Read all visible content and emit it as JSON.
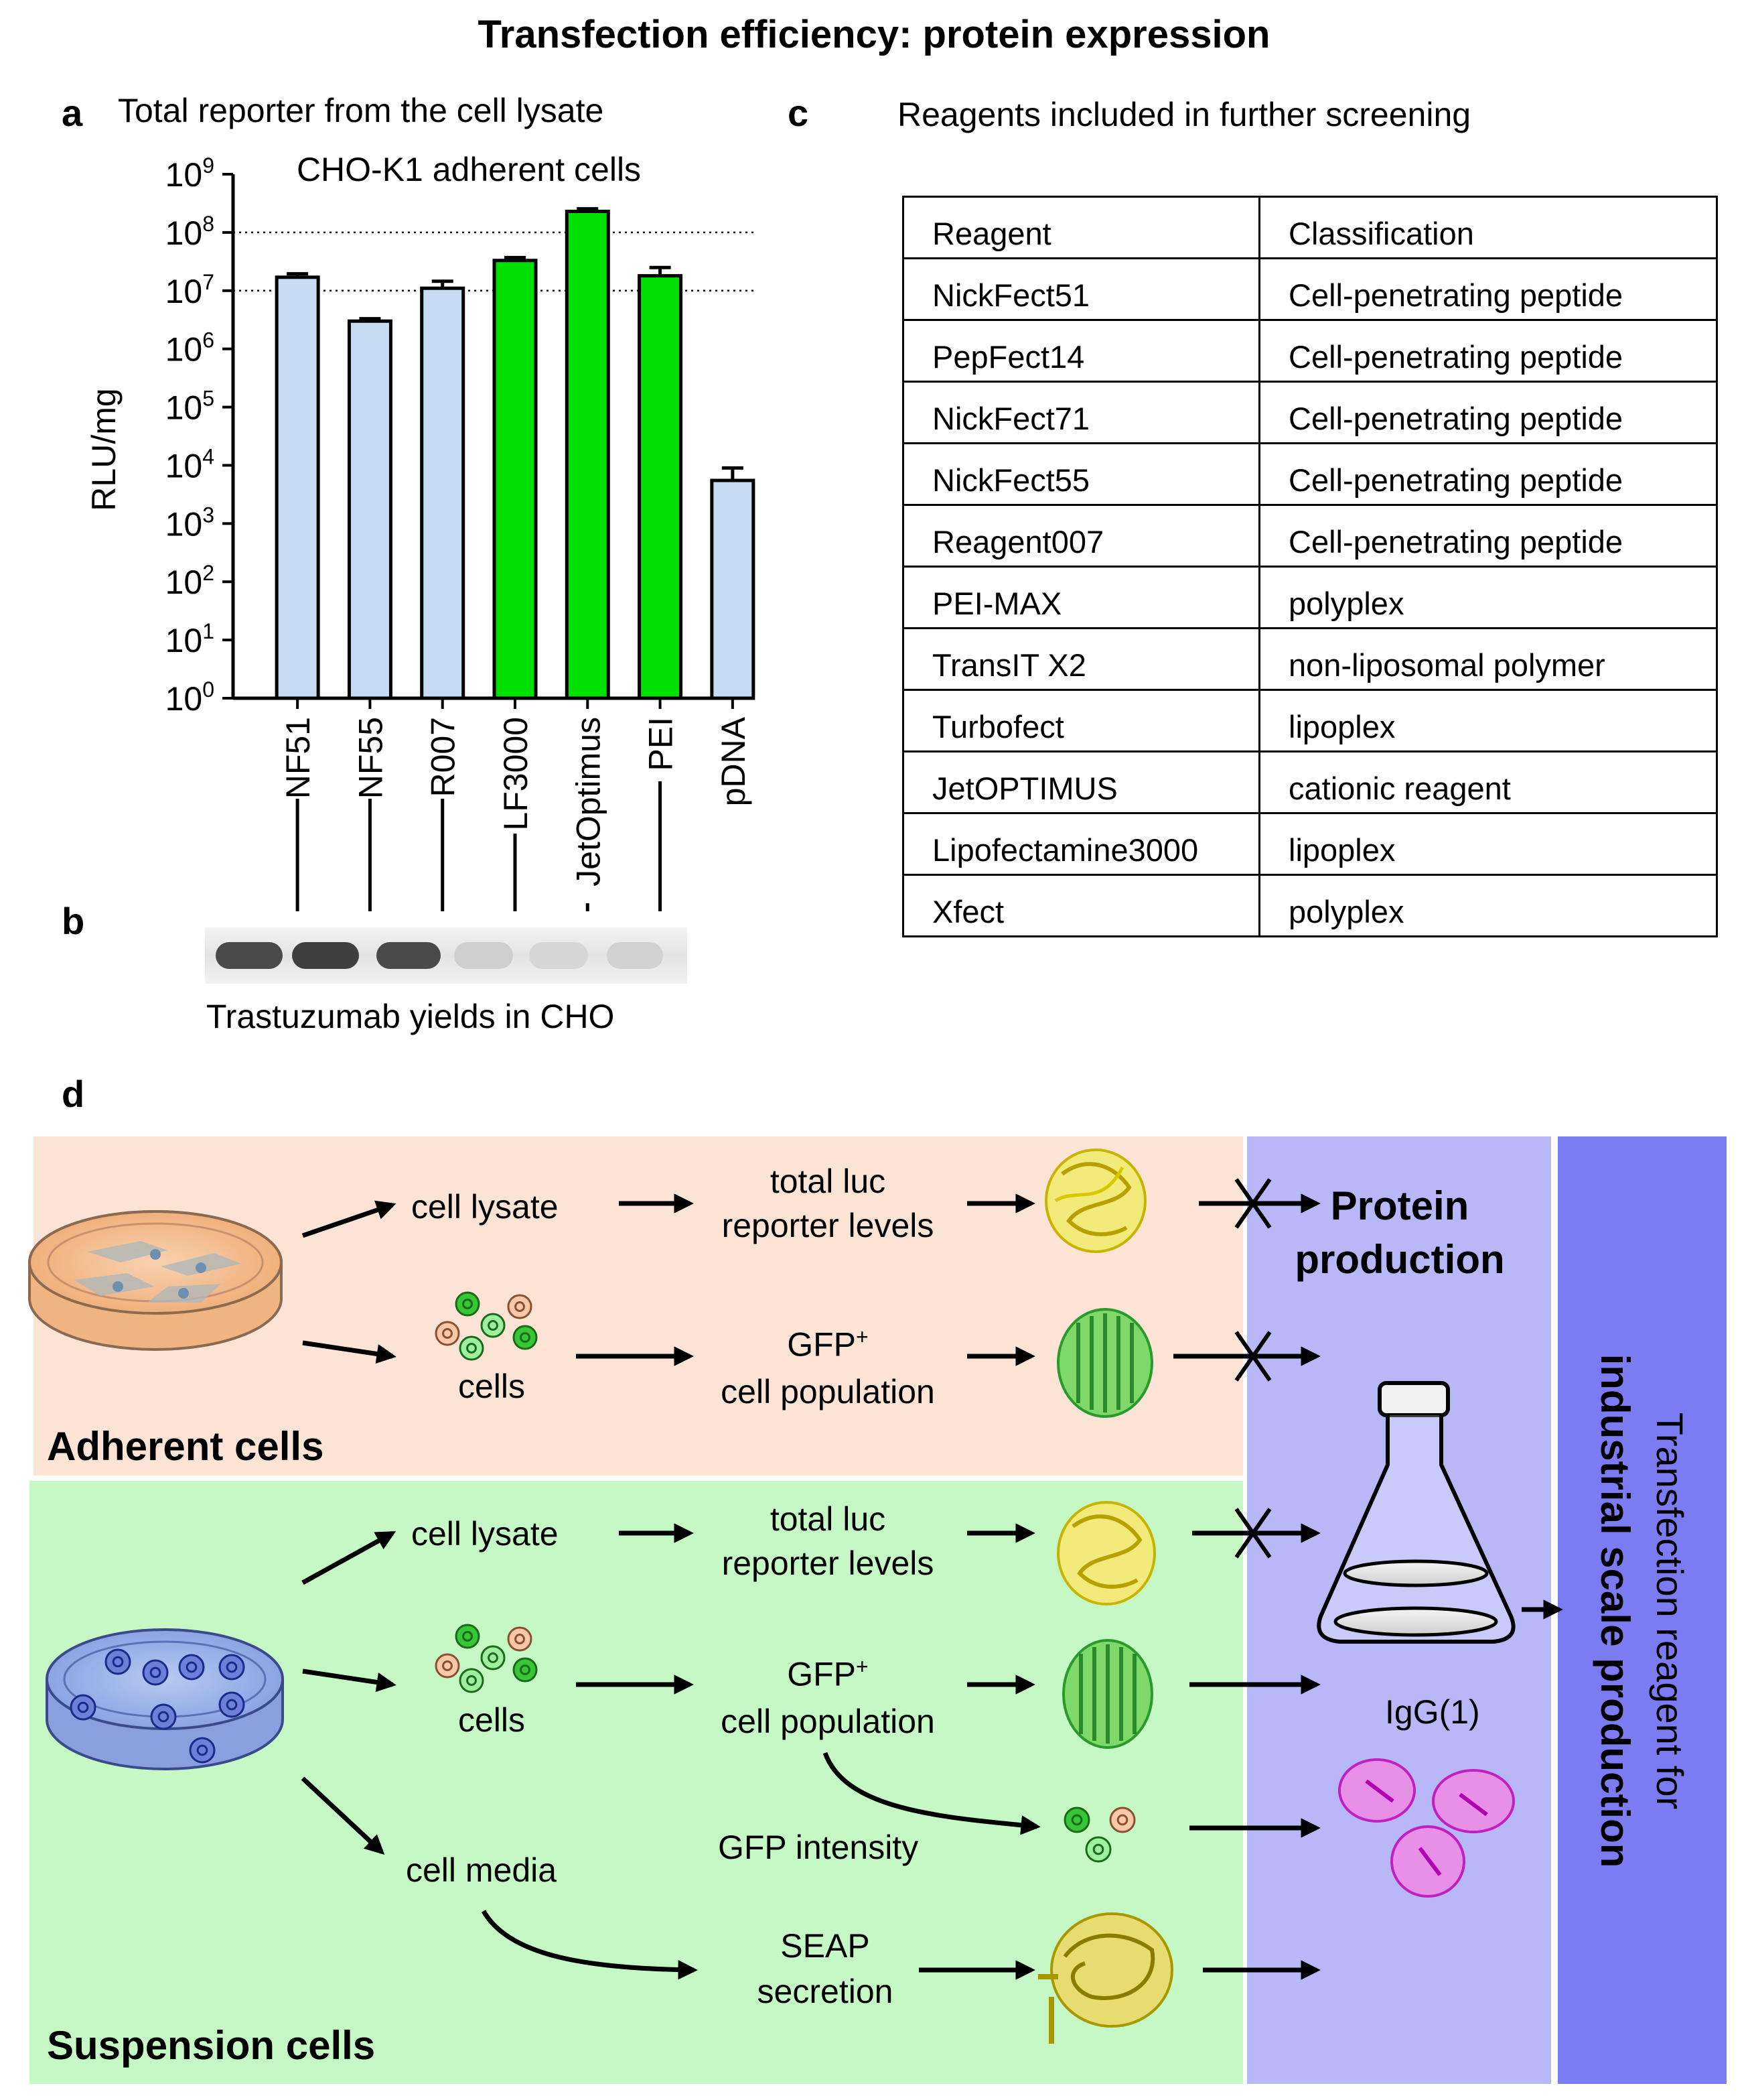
{
  "title": "Transfection efficiency: protein expression",
  "panels": {
    "a": {
      "letter": "a",
      "heading": "Total reporter from the cell lysate",
      "subtitle": "CHO-K1 adherent cells"
    },
    "b": {
      "letter": "b",
      "caption": "Trastuzumab yields in CHO"
    },
    "c": {
      "letter": "c",
      "heading": "Reagents included in further screening",
      "headers": [
        "Reagent",
        "Classification"
      ],
      "rows": [
        [
          "NickFect51",
          "Cell-penetrating peptide"
        ],
        [
          "PepFect14",
          "Cell-penetrating peptide"
        ],
        [
          "NickFect71",
          "Cell-penetrating peptide"
        ],
        [
          "NickFect55",
          "Cell-penetrating peptide"
        ],
        [
          "Reagent007",
          "Cell-penetrating peptide"
        ],
        [
          "PEI-MAX",
          "polyplex"
        ],
        [
          "TransIT X2",
          "non-liposomal polymer"
        ],
        [
          "Turbofect",
          "lipoplex"
        ],
        [
          "JetOPTIMUS",
          "cationic reagent"
        ],
        [
          "Lipofectamine3000",
          "lipoplex"
        ],
        [
          "Xfect",
          "polyplex"
        ]
      ]
    },
    "d": {
      "letter": "d",
      "adherent_label": "Adherent cells",
      "suspension_label": "Suspension cells",
      "cell_lysate": "cell lysate",
      "cells": "cells",
      "cell_media": "cell media",
      "total_luc_line1": "total luc",
      "total_luc_line2": "reporter levels",
      "gfp_line1": "GFP",
      "gfp_sup": "+",
      "gfp_line2": "cell population",
      "gfp_intensity": "GFP intensity",
      "seap_line1": "SEAP",
      "seap_line2": "secretion",
      "protein_line1": "Protein",
      "protein_line2": "production",
      "igg": "IgG(1)",
      "vertical_line1": "Transfection reagent for",
      "vertical_line2": "industrial scale production",
      "colors": {
        "adherent_bg": "#fbe4d6",
        "suspension_bg": "#c6f8c6",
        "protein_bg": "#b8b8f8",
        "vertical_bg": "#7b7bf2"
      }
    }
  },
  "chart_data": {
    "type": "bar",
    "title": "CHO-K1 adherent cells",
    "ylabel": "RLU/mg",
    "xlabel": "",
    "yscale": "log",
    "ylim": [
      1,
      1000000000
    ],
    "yticks": [
      {
        "base": "10",
        "exp": "0"
      },
      {
        "base": "10",
        "exp": "1"
      },
      {
        "base": "10",
        "exp": "2"
      },
      {
        "base": "10",
        "exp": "3"
      },
      {
        "base": "10",
        "exp": "4"
      },
      {
        "base": "10",
        "exp": "5"
      },
      {
        "base": "10",
        "exp": "6"
      },
      {
        "base": "10",
        "exp": "7"
      },
      {
        "base": "10",
        "exp": "8"
      },
      {
        "base": "10",
        "exp": "9"
      }
    ],
    "reference_lines": [
      10000000,
      100000000
    ],
    "categories": [
      "NF51",
      "NF55",
      "R007",
      "LF3000",
      "JetOptimus",
      "PEI",
      "pDNA"
    ],
    "values": [
      17000000,
      3000000,
      11000000,
      33000000,
      230000000,
      18000000,
      5500
    ],
    "error_upper": [
      19500000,
      3300000,
      14500000,
      37000000,
      255000000,
      25000000,
      9000
    ],
    "bar_colors": [
      "#c6dcf4",
      "#c6dcf4",
      "#c6dcf4",
      "#00e000",
      "#00e000",
      "#00e000",
      "#c6dcf4"
    ],
    "grid": false
  }
}
